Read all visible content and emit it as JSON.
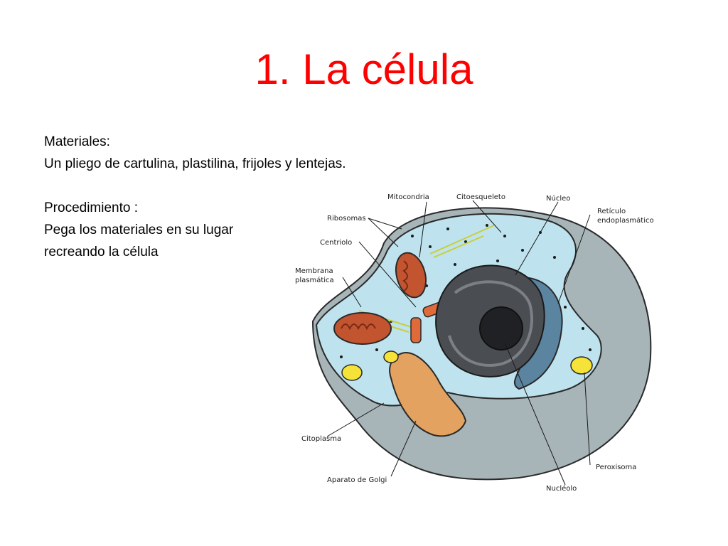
{
  "slide": {
    "title": "1. La célula",
    "materials_heading": "Materiales:",
    "materials_text": "Un pliego de cartulina, plastilina, frijoles  y lentejas.",
    "procedure_heading": "Procedimiento :",
    "procedure_line1": "Pega los materiales en su lugar",
    "procedure_line2": "recreando la célula",
    "title_color": "#ff0000"
  },
  "diagram": {
    "labels": {
      "mitocondria": "Mitocondria",
      "citoesqueleto": "Citoesqueleto",
      "nucleo": "Núcleo",
      "reticulo_1": "Retículo",
      "reticulo_2": "endoplasmático",
      "ribosomas": "Ribosomas",
      "centriolo": "Centriolo",
      "membrana_1": "Membrana",
      "membrana_2": "plasmática",
      "citoplasma": "Citoplasma",
      "golgi": "Aparato de Golgi",
      "nucleolo": "Nucléolo",
      "peroxisoma": "Peroxisoma"
    },
    "colors": {
      "cytoplasm": "#bfe3ee",
      "membrane_outer": "#9aa8ad",
      "nucleus": "#4a4d52",
      "nucleolus": "#1f2124",
      "er": "#5b84a0",
      "mitochondria": "#c2542f",
      "golgi": "#e3a25f",
      "peroxisome": "#f5e33a",
      "cytoskeleton": "#c8cf3a"
    }
  }
}
